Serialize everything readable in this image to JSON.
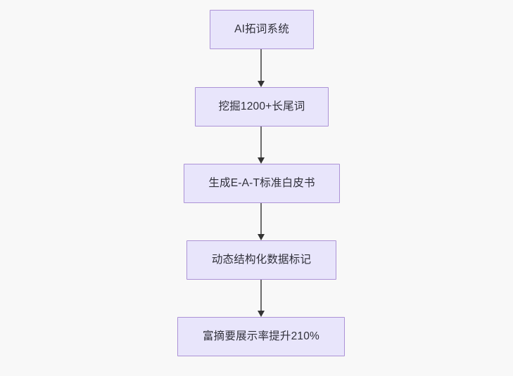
{
  "diagram": {
    "title": "AI SEO content pipeline flowchart",
    "orientation": "top-to-bottom",
    "background_color": "#f8f8f8",
    "node_fill_color": "#e8e5fb",
    "node_border_color": "#ac92d6",
    "node_text_color": "#30303a",
    "connector_color": "#6c6c6c",
    "arrowhead_color": "#333333",
    "nodes": [
      {
        "id": "n1",
        "label": "AI拓词系统"
      },
      {
        "id": "n2",
        "label": "挖掘1200+长尾词"
      },
      {
        "id": "n3",
        "label": "生成E-A-T标准白皮书"
      },
      {
        "id": "n4",
        "label": "动态结构化数据标记"
      },
      {
        "id": "n5",
        "label": "富摘要展示率提升210%"
      }
    ],
    "edges": [
      {
        "id": "e1",
        "from": "n1",
        "to": "n2",
        "label": ""
      },
      {
        "id": "e2",
        "from": "n2",
        "to": "n3",
        "label": ""
      },
      {
        "id": "e3",
        "from": "n3",
        "to": "n4",
        "label": ""
      },
      {
        "id": "e4",
        "from": "n4",
        "to": "n5",
        "label": ""
      }
    ]
  }
}
